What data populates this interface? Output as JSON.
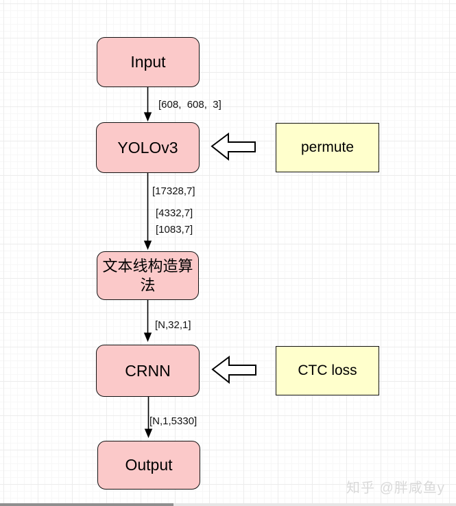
{
  "canvas": {
    "colors": {
      "canvas_bg": "#ffffff",
      "grid_minor": "#f7f7f7",
      "grid_major": "#ececec",
      "node_fill": "#fbc9c9",
      "note_fill": "#ffffcc",
      "shape_border": "#111111",
      "arrow_color": "#000000",
      "watermark_color": "#d9d9d9"
    }
  },
  "nodes": {
    "input": {
      "label": "Input"
    },
    "yolov3": {
      "label": "YOLOv3"
    },
    "textline": {
      "label": "文本线构造算法"
    },
    "crnn": {
      "label": "CRNN"
    },
    "output": {
      "label": "Output"
    }
  },
  "annotations": {
    "permute": {
      "label": "permute"
    },
    "ctc_loss": {
      "label": "CTC loss"
    }
  },
  "edge_labels": {
    "input_to_yolov3": "[608,  608,  3]",
    "yolov3_out_scale1": "[17328,7]",
    "yolov3_out_scale2": "[4332,7]",
    "yolov3_out_scale3": "[1083,7]",
    "textline_to_crnn": "[N,32,1]",
    "crnn_to_output": "[N,1,5330]"
  },
  "watermark": {
    "text": "知乎 @胖咸鱼y"
  }
}
